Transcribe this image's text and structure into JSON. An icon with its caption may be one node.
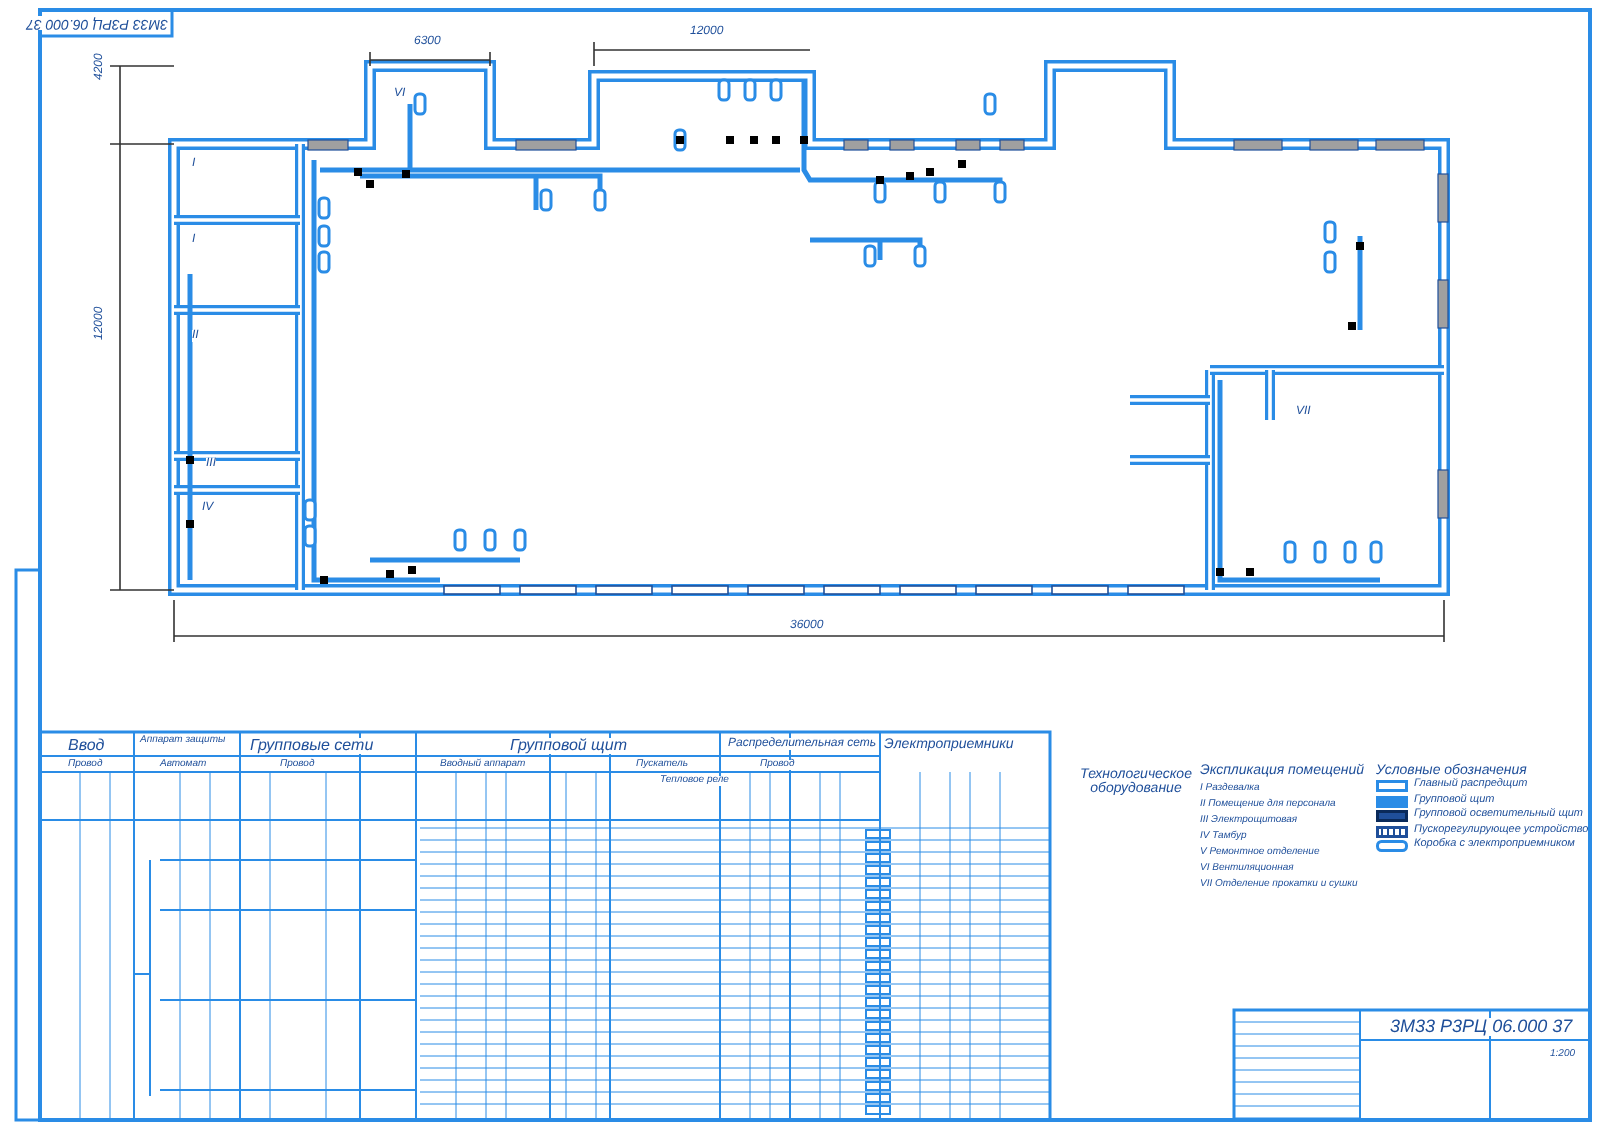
{
  "diagram": {
    "labels": [
      "3М33 Р3РЦ 06.000 37",
      "6300",
      "12000",
      "4200",
      "12000",
      "36000",
      "I",
      "I",
      "II",
      "III",
      "IV",
      "VI",
      "VII",
      "Ввод",
      "Провод",
      "Аппарат защиты",
      "Автомат",
      "Групповые сети",
      "Провод",
      "Групповой щит",
      "Вводный аппарат",
      "Пускатель",
      "Тепловое реле",
      "Распределительная сеть",
      "Провод",
      "Электроприемники",
      "Технологическое оборудование",
      "Экспликация помещений",
      "I Раздевалка",
      "II Помещение для персонала",
      "III Электрощитовая",
      "IV Тамбур",
      "V Ремонтное отделение",
      "VI Вентиляционная",
      "VII Отделение прокатки и сушки",
      "Условные обозначения",
      "3М33 Р3РЦ 06.000 37",
      "1:200"
    ],
    "legend": [
      {
        "text": "Главный распредщит"
      },
      {
        "text": "Групповой щит"
      },
      {
        "text": "Групповой осветительный щит"
      },
      {
        "text": "Пускорегулирующее устройство"
      },
      {
        "text": "Коробка с электроприемником"
      }
    ]
  }
}
